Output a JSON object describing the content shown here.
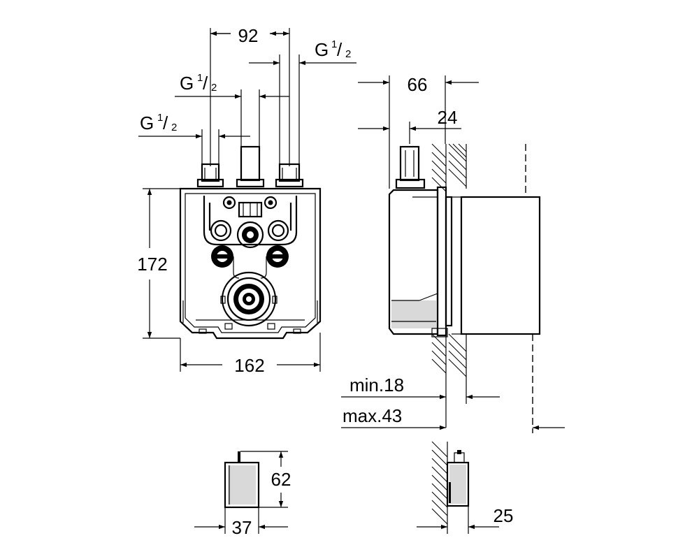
{
  "dimensions": {
    "pipe_spacing": "92",
    "thread_top": {
      "base": "G",
      "sup": "1",
      "sub": "2"
    },
    "thread_mid": {
      "base": "G",
      "sup": "1",
      "sub": "2"
    },
    "thread_left": {
      "base": "G",
      "sup": "1",
      "sub": "2"
    },
    "body_height": "172",
    "body_width": "162",
    "depth_total": "66",
    "depth_stub": "24",
    "wall_min": "min.18",
    "wall_max": "max.43",
    "cap_height": "62",
    "cap_width": "37",
    "cap_depth": "25"
  },
  "colors": {
    "line": "#000000",
    "fill_gray": "#d9d9d9",
    "background": "#ffffff"
  }
}
